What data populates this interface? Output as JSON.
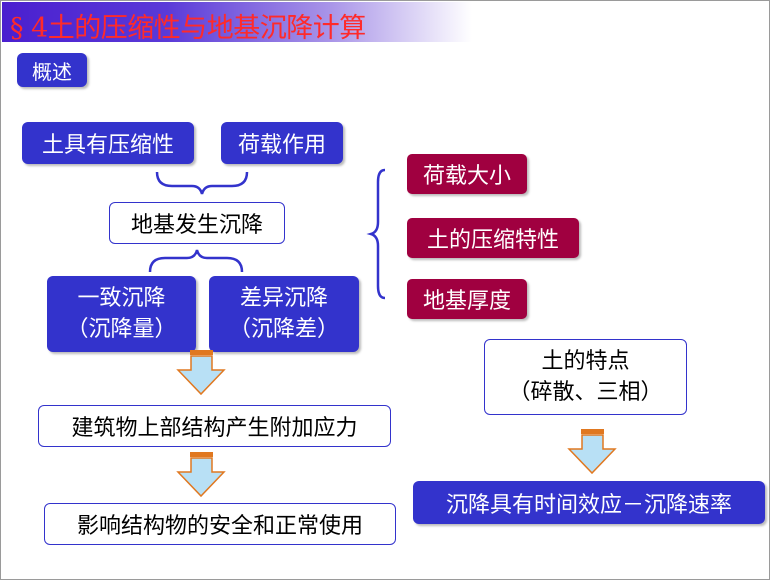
{
  "title": "§ 4土的压缩性与地基沉降计算",
  "overview_label": "概述",
  "causes": {
    "left": "土具有压缩性",
    "right": "荷载作用"
  },
  "center": "地基发生沉降",
  "settlement_types": {
    "uniform_line1": "一致沉降",
    "uniform_line2": "（沉降量）",
    "differential_line1": "差异沉降",
    "differential_line2": "（沉降差）"
  },
  "effects": {
    "stress": "建筑物上部结构产生附加应力",
    "safety": "影响结构物的安全和正常使用"
  },
  "factors": [
    "荷载大小",
    "土的压缩特性",
    "地基厚度"
  ],
  "soil_features": {
    "line1": "土的特点",
    "line2": "（碎散、三相）"
  },
  "time_effect": "沉降具有时间效应－沉降速率",
  "colors": {
    "blue_box": "#3333cc",
    "maroon_box": "#a00040",
    "title_text": "#ff2a2a",
    "brace": "#3333cc",
    "arrow_fill": "#b8e0f5",
    "arrow_stroke": "#e07820"
  }
}
